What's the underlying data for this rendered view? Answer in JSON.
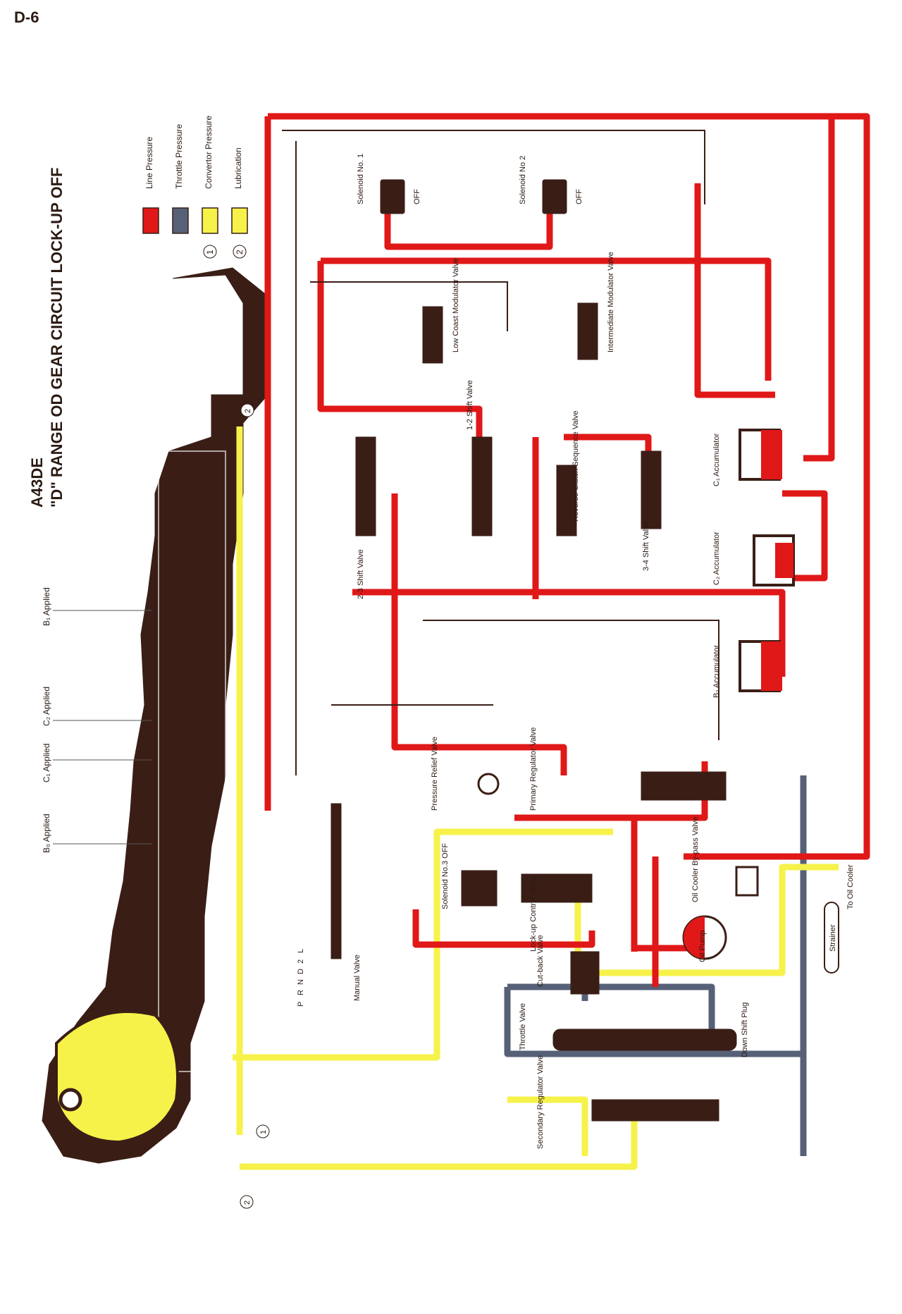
{
  "page_id": "D-6",
  "title": {
    "model": "A43DE",
    "subtitle": "\"D\" RANGE OD GEAR CIRCUIT LOCK-UP OFF"
  },
  "legend": [
    {
      "marker": "",
      "label": "Line Pressure",
      "color": "#e01818"
    },
    {
      "marker": "",
      "label": "Throttle Pressure",
      "color": "#566178"
    },
    {
      "marker": "1",
      "label": "Convertor Pressure",
      "color": "#f6f24a"
    },
    {
      "marker": "2",
      "label": "Lubrication",
      "color": "#f6f24a"
    }
  ],
  "colors": {
    "line_pressure": "#e01818",
    "throttle_pressure": "#566178",
    "converter_pressure": "#f6f24a",
    "outline": "#3a1e16",
    "housing": "#3a1e16"
  },
  "applied_elements": [
    {
      "label": "B₁ Applied"
    },
    {
      "label": "C₂ Applied"
    },
    {
      "label": "C₁ Applied"
    },
    {
      "label": "B₀ Applied"
    }
  ],
  "components": {
    "solenoid1": {
      "name": "Solenoid No. 1",
      "state": "OFF"
    },
    "solenoid2": {
      "name": "Solenoid No 2",
      "state": "OFF"
    },
    "solenoid3": {
      "name": "Solenoid No.3 OFF"
    },
    "low_coast": "Low Coast Modulator Valve",
    "intermediate": "Intermediate Modulator Valve",
    "shift12": "1-2 Shift Valve",
    "shift23": "2-3 Shift Valve",
    "shift34": "3-4 Shift Valve",
    "reverse_seq": "Reverse Clutch Sequence Valve",
    "c1_acc": "C₁ Accumulator",
    "c2_acc": "C₂ Accumulator",
    "b2_acc": "B₂ Accumulator",
    "pressure_relief": "Pressure Relief Valve",
    "primary_reg": "Primary Regulator Valve",
    "lockup": "Lock-up Control Valve",
    "cutback": "Cut-back Valve",
    "throttle": "Throttle Valve",
    "downshift": "Down Shift Plug",
    "secondary_reg": "Secondary Regulator Valve",
    "oil_pump": "Oil Pump",
    "cooler_bypass": "Oil Cooler By-pass Valve",
    "strainer": "Strainer",
    "to_cooler": "To Oil Cooler",
    "manual": "Manual Valve"
  },
  "manual_positions": [
    "P",
    "R",
    "N",
    "D",
    "2",
    "L"
  ],
  "circle_markers": [
    "1",
    "2"
  ]
}
